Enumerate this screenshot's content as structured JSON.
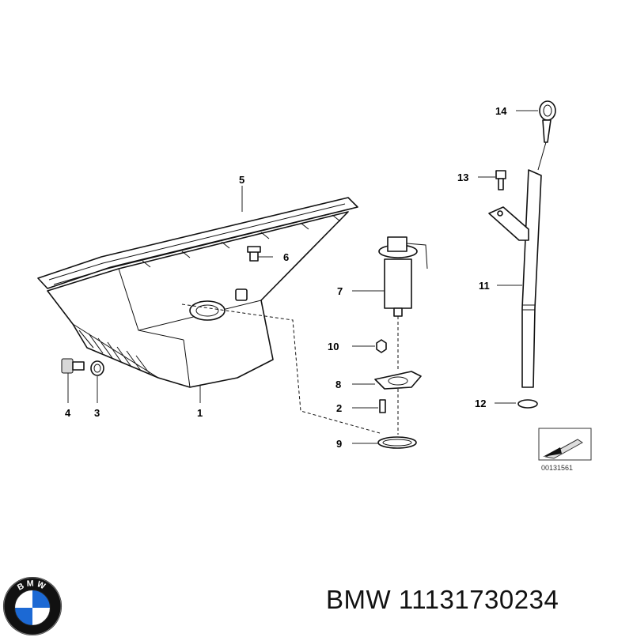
{
  "callouts": {
    "c1": "1",
    "c2": "2",
    "c3": "3",
    "c4": "4",
    "c5": "5",
    "c6": "6",
    "c7": "7",
    "c8": "8",
    "c9": "9",
    "c10": "10",
    "c11": "11",
    "c12": "12",
    "c13": "13",
    "c14": "14"
  },
  "reference_number": "00131561",
  "logo": {
    "letters": "BMW",
    "colors": {
      "blue": "#1c69d4",
      "white": "#ffffff",
      "ring": "#111111"
    }
  },
  "footer": {
    "brand": "BMW",
    "part_number": "11131730234"
  }
}
